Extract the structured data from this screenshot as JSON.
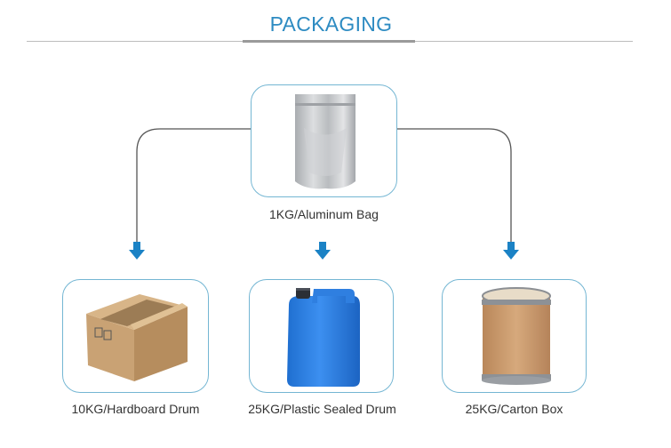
{
  "header": {
    "title": "PACKAGING"
  },
  "colors": {
    "title": "#2d8bc2",
    "card_border": "#74b6d3",
    "arrow": "#1b82c5",
    "connector": "#555555",
    "label": "#333333"
  },
  "source_item": {
    "label": "1KG/Aluminum Bag",
    "image": "aluminum-foil-bag"
  },
  "items": [
    {
      "label": "10KG/Hardboard Drum",
      "image": "cardboard-box"
    },
    {
      "label": "25KG/Plastic Sealed Drum",
      "image": "blue-plastic-jerrycan"
    },
    {
      "label": "25KG/Carton Box",
      "image": "fiber-drum"
    }
  ]
}
